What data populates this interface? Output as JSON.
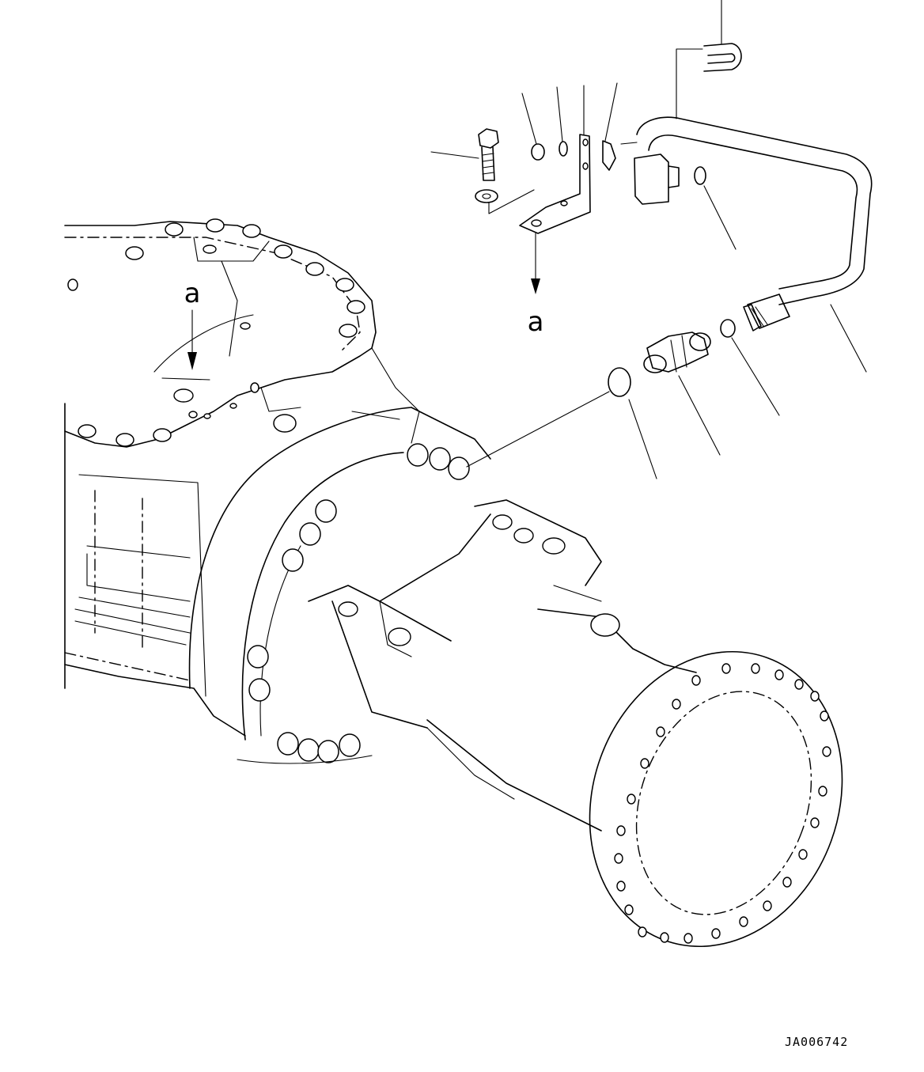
{
  "view_labels": {
    "upper": "a",
    "lower": "a"
  },
  "drawing_code": "JA006742"
}
